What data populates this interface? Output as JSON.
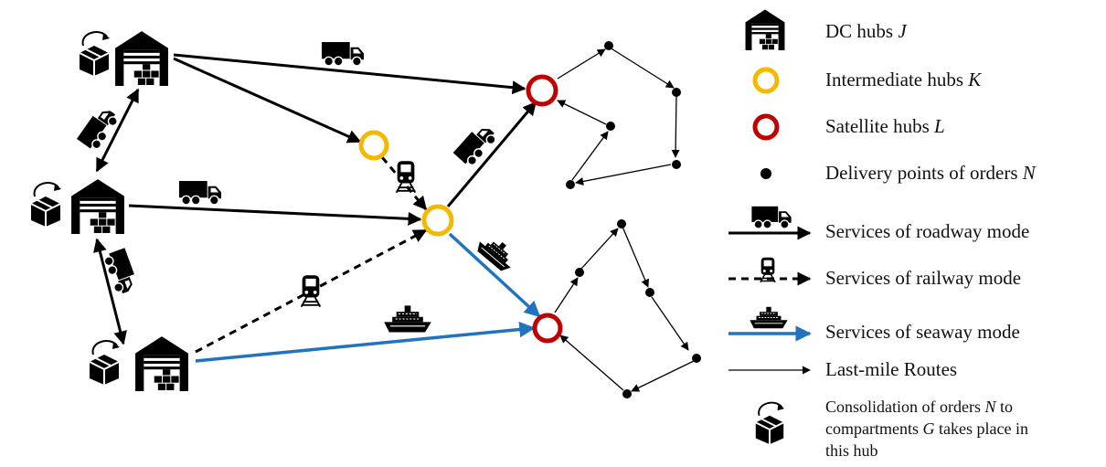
{
  "legend": {
    "dc_hubs": {
      "label": "DC hubs ",
      "symbol": "J"
    },
    "intermediate_hubs": {
      "label": "Intermediate hubs ",
      "symbol": "K"
    },
    "satellite_hubs": {
      "label": "Satellite hubs ",
      "symbol": "L"
    },
    "delivery_points": {
      "label": "Delivery points of orders ",
      "symbol": "N"
    },
    "roadway": {
      "label": "Services of roadway mode"
    },
    "railway": {
      "label": "Services of railway mode"
    },
    "seaway": {
      "label": "Services of seaway mode"
    },
    "last_mile": {
      "label": "Last-mile Routes"
    },
    "consolidation": {
      "line1_prefix": "Consolidation of orders ",
      "line1_symbol": "N",
      "line1_suffix": " to",
      "line2_prefix": "compartments  ",
      "line2_symbol": "G",
      "line2_suffix": " takes place in",
      "line3": "this hub"
    }
  },
  "colors": {
    "intermediate_hub": "#f5b800",
    "satellite_hub": "#c00000",
    "seaway": "#1f73c0",
    "ink": "#000000"
  },
  "icons": {
    "dc_hub": "warehouse-icon",
    "consolidation": "box-rotate-icon",
    "roadway": "truck-icon",
    "railway": "train-icon",
    "seaway": "ship-icon"
  }
}
